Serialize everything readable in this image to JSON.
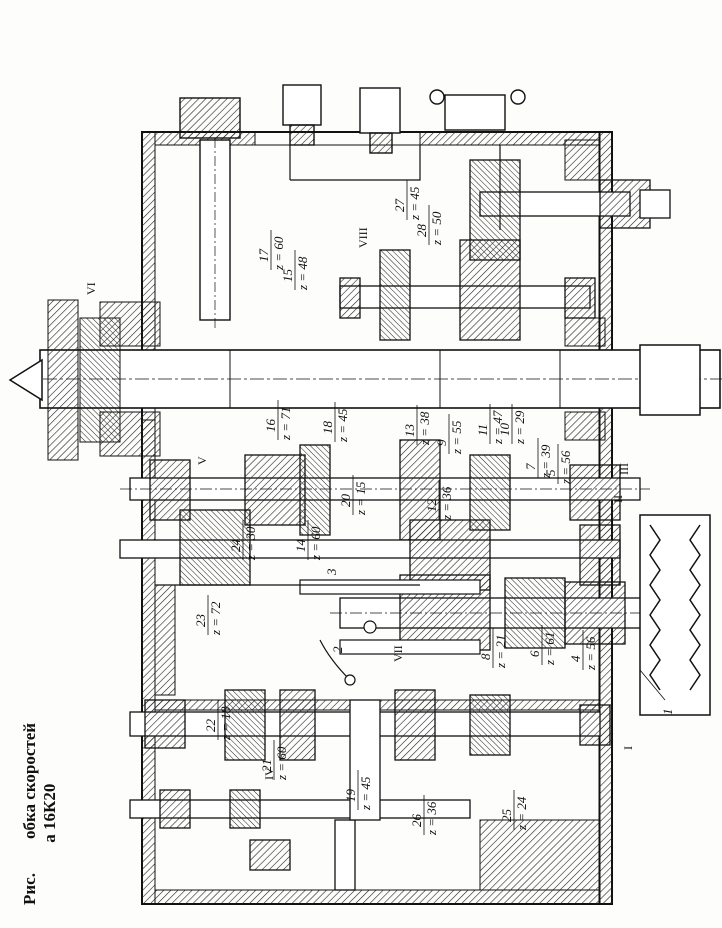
{
  "caption": {
    "prefix": "Рис.",
    "line1": "обка скоростей",
    "line2": "а 16К20"
  },
  "labels": [
    {
      "id": "g17",
      "num": "17",
      "z": "z = 60"
    },
    {
      "id": "g15",
      "num": "15",
      "z": "z = 48"
    },
    {
      "id": "g27",
      "num": "27",
      "z": "z = 45"
    },
    {
      "id": "g28",
      "num": "28",
      "z": "z = 50"
    },
    {
      "id": "g16",
      "num": "16",
      "z": "z = 71"
    },
    {
      "id": "g18",
      "num": "18",
      "z": "z = 45"
    },
    {
      "id": "g13",
      "num": "13",
      "z": "z = 38"
    },
    {
      "id": "g9",
      "num": "9",
      "z": "z = 55"
    },
    {
      "id": "g11",
      "num": "11",
      "z": "z = 47"
    },
    {
      "id": "g10",
      "num": "10",
      "z": "z = 29"
    },
    {
      "id": "g7",
      "num": "7",
      "z": "z = 39"
    },
    {
      "id": "g5",
      "num": "5",
      "z": "z = 56"
    },
    {
      "id": "g20",
      "num": "20",
      "z": "z = 15"
    },
    {
      "id": "g12",
      "num": "12",
      "z": "z = 36"
    },
    {
      "id": "g24",
      "num": "24",
      "z": "z = 30"
    },
    {
      "id": "g14",
      "num": "14",
      "z": "z = 60"
    },
    {
      "id": "g23",
      "num": "23",
      "z": "z = 72"
    },
    {
      "id": "g8",
      "num": "8",
      "z": "z = 21"
    },
    {
      "id": "g6",
      "num": "6",
      "z": "z = 61"
    },
    {
      "id": "g4",
      "num": "4",
      "z": "z = 56"
    },
    {
      "id": "g22",
      "num": "22",
      "z": "z = 18"
    },
    {
      "id": "g21",
      "num": "21",
      "z": "z = 60"
    },
    {
      "id": "g19",
      "num": "19",
      "z": "z = 45"
    },
    {
      "id": "g26",
      "num": "26",
      "z": "z = 36"
    },
    {
      "id": "g25",
      "num": "25",
      "z": "z = 24"
    }
  ],
  "shafts": {
    "I": "I",
    "II": "II",
    "III": "III",
    "IV": "IV",
    "V": "V",
    "VI": "VI",
    "VII": "VII",
    "VIII": "VIII"
  },
  "callouts": {
    "c1": "1",
    "c2": "2",
    "c3": "3"
  }
}
